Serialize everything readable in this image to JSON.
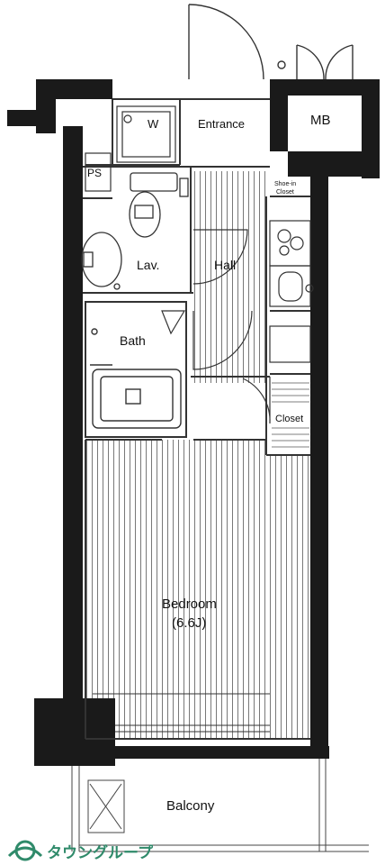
{
  "rooms": {
    "w": "W",
    "entrance": "Entrance",
    "mb": "MB",
    "ps": "PS",
    "shoe_in_closet_1": "Shoe-in",
    "shoe_in_closet_2": "Closet",
    "lav": "Lav.",
    "hall": "Hall",
    "bath": "Bath",
    "closet": "Closet",
    "bedroom": "Bedroom",
    "bedroom_size": "(6.6J)",
    "balcony": "Balcony"
  },
  "brand": {
    "name": "タウングループ"
  },
  "colors": {
    "wall": "#1a1a1a",
    "line": "#333333",
    "brand": "#2f8a6a"
  }
}
